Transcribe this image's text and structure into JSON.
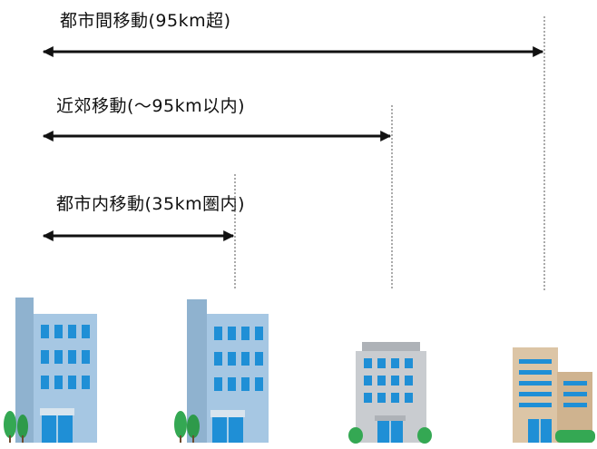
{
  "ranges": [
    {
      "id": "intercity",
      "label": "都市間移動(95km超)"
    },
    {
      "id": "suburban",
      "label": "近郊移動(〜95km以内)"
    },
    {
      "id": "intracity",
      "label": "都市内移動(35km圏内)"
    }
  ],
  "colors": {
    "arrow": "#111111",
    "dashed_line": "#555555",
    "glass_tower": "#a6c7e3",
    "glass_tower_side": "#8fb2cf",
    "window_blue": "#1f8fd6",
    "gray_building": "#c9ccd0",
    "beige_building": "#dcc5a6",
    "tree_green": "#34a853"
  },
  "icons": [
    "office-tower-icon",
    "office-tower-icon",
    "mid-rise-building-icon",
    "small-building-icon"
  ]
}
